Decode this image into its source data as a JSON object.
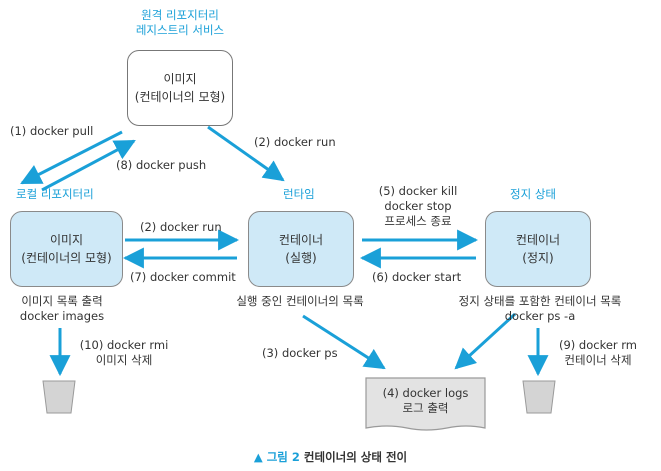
{
  "remote": {
    "title_line1": "원격 리포지터리",
    "title_line2": "레지스트리 서비스",
    "box_line1": "이미지",
    "box_line2": "(컨테이너의 모형)"
  },
  "local": {
    "title": "로컬 리포지터리",
    "box_line1": "이미지",
    "box_line2": "(컨테이너의 모형)",
    "note_line1": "이미지 목록 출력",
    "note_line2": "docker images"
  },
  "runtime": {
    "title": "런타임",
    "box_line1": "컨테이너",
    "box_line2": "(실행)",
    "note": "실행 중인 컨테이너의 목록"
  },
  "stopped": {
    "title": "정지 상태",
    "box_line1": "컨테이너",
    "box_line2": "(정지)",
    "note_line1": "정지 상태를 포함한 컨테이너 목록",
    "note_line2": "docker ps -a"
  },
  "commands": {
    "pull": "(1) docker pull",
    "push": "(8) docker push",
    "run_remote": "(2) docker run",
    "run_local": "(2) docker run",
    "commit": "(7) docker commit",
    "kill": "(5) docker kill",
    "stop": "docker stop",
    "kill_note": "프로세스 종료",
    "start": "(6) docker start",
    "ps": "(3) docker ps",
    "rmi": "(10) docker rmi",
    "rmi_note": "이미지 삭제",
    "rm": "(9) docker rm",
    "rm_note": "컨테이너 삭제"
  },
  "logs": {
    "line1": "(4) docker logs",
    "line2": "로그 출력"
  },
  "caption": {
    "marker": "▲",
    "figure": "그림 2",
    "text": "컨테이너의 상태 전이"
  },
  "colors": {
    "accent": "#1aa0d8",
    "box_fill": "#cfe9f7",
    "arrow": "#1aa0d8"
  }
}
